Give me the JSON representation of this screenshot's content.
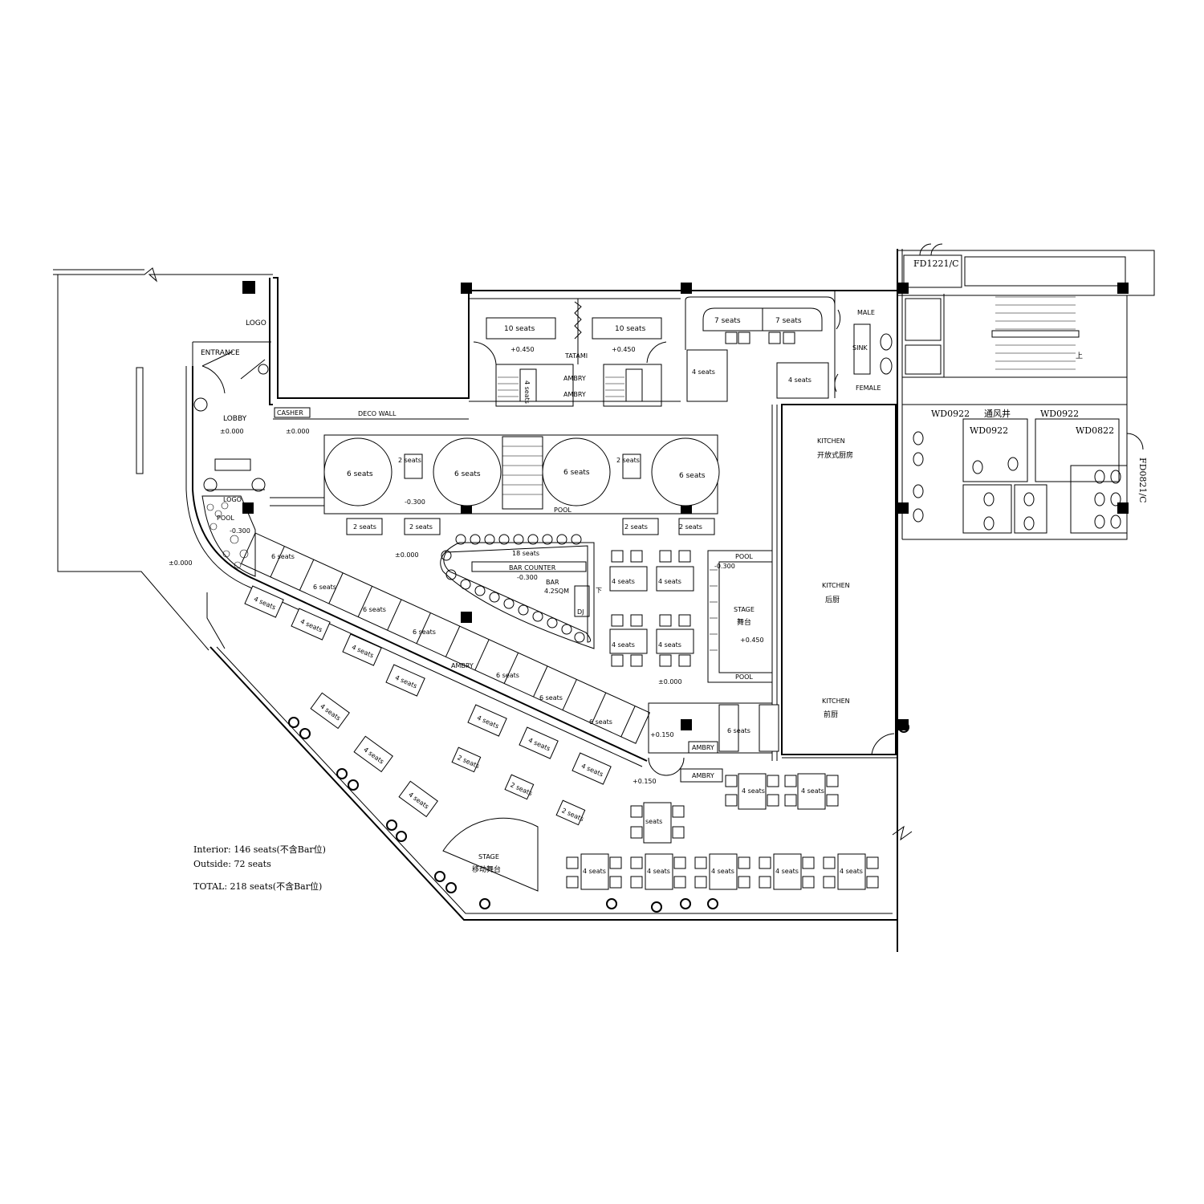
{
  "labels": {
    "logo_top": "LOGO",
    "entrance": "ENTRANCE",
    "lobby": "LOBBY",
    "casher": "CASHER",
    "deco_wall": "DECO WALL",
    "logo_pool": "LOGO",
    "pool_small": "POOL",
    "tatami": "TATAMI",
    "ambry": "AMBRY",
    "pool": "POOL",
    "bar_counter": "BAR COUNTER",
    "bar": "BAR",
    "bar_area": "4.2SQM",
    "dj": "DJ",
    "stage": "STAGE",
    "stage_cn": "舞台",
    "mobile_stage": "STAGE",
    "mobile_stage_cn": "移动舞台",
    "kitchen": "KITCHEN",
    "kitchen_open_cn": "开放式厨房",
    "kitchen_back_cn": "后厨",
    "kitchen_front_cn": "前厨",
    "male": "MALE",
    "female": "FEMALE",
    "sink": "SINK",
    "shaft_cn": "通风井",
    "stair_up": "上",
    "down": "下",
    "door_fd1221": "FD1221/C",
    "door_fd0821": "FD0821/C",
    "door_wd0922": "WD0922",
    "door_wd0822": "WD0822"
  },
  "levels": {
    "zero": "±0.000",
    "p0450": "+0.450",
    "m0300": "-0.300",
    "p0150": "+0.150",
    "m0300b": "-0.300"
  },
  "seats": {
    "s10": "10 seats",
    "s7": "7 seats",
    "s6": "6 seats",
    "s4": "4 seats",
    "s2": "2 seats",
    "s18": "18 seats",
    "plain": "seats"
  },
  "summary": {
    "interior": "Interior: 146 seats(不含Bar位)",
    "outside": "Outside: 72 seats",
    "total": "TOTAL:  218 seats(不含Bar位)"
  }
}
